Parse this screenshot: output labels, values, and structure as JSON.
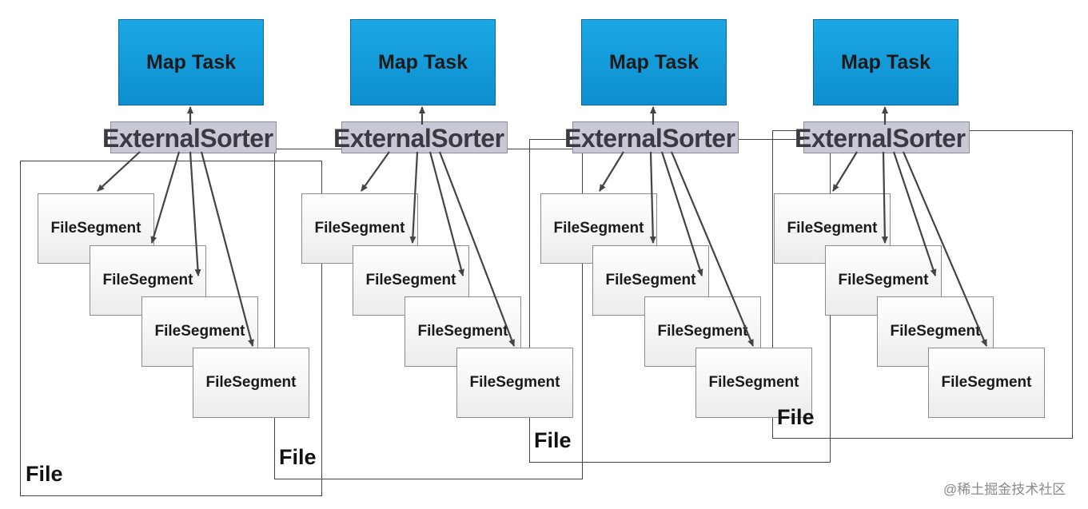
{
  "groups": [
    {
      "map_task": "Map Task",
      "sorter": "ExternalSorter",
      "segments": [
        "FileSegment",
        "FileSegment",
        "FileSegment",
        "FileSegment"
      ],
      "file": "File"
    },
    {
      "map_task": "Map Task",
      "sorter": "ExternalSorter",
      "segments": [
        "FileSegment",
        "FileSegment",
        "FileSegment",
        "FileSegment"
      ],
      "file": "File"
    },
    {
      "map_task": "Map Task",
      "sorter": "ExternalSorter",
      "segments": [
        "FileSegment",
        "FileSegment",
        "FileSegment",
        "FileSegment"
      ],
      "file": "File"
    },
    {
      "map_task": "Map Task",
      "sorter": "ExternalSorter",
      "segments": [
        "FileSegment",
        "FileSegment",
        "FileSegment",
        "FileSegment"
      ],
      "file": "File"
    }
  ],
  "watermark": "@稀土掘金技术社区",
  "colors": {
    "map_task_fill": "#1ba8e4",
    "sorter_fill": "#c9c9d6",
    "segment_border": "#8c8c8c",
    "arrow": "#444444"
  }
}
